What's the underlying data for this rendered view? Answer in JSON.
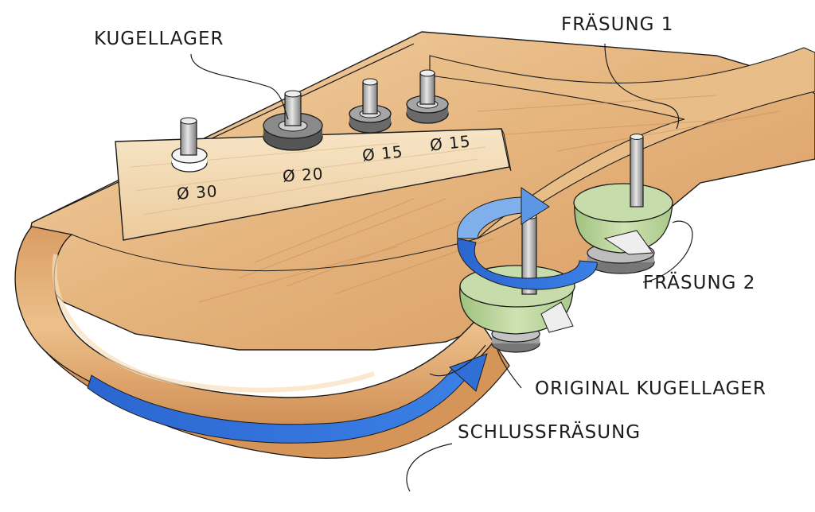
{
  "labels": {
    "bearing_label": "KUGELLAGER",
    "cut1_label": "FRÄSUNG 1",
    "cut2_label": "FRÄSUNG 2",
    "original_bearing_label": "ORIGINAL KUGELLAGER",
    "final_cut_label": "SCHLUSSFRÄSUNG"
  },
  "bearing_sizes": [
    "Ø 30",
    "Ø 20",
    "Ø 15",
    "Ø 15"
  ],
  "colors": {
    "wood": "#e3b07a",
    "wood_light": "#f2cfa0",
    "wood_dark": "#c98a52",
    "cutter_green": "#b9d39a",
    "arrow_blue": "#2f6fd6",
    "arrow_blue_light": "#7fb0ec",
    "steel": "#c7c7c7",
    "ink": "#1b1b1b"
  }
}
